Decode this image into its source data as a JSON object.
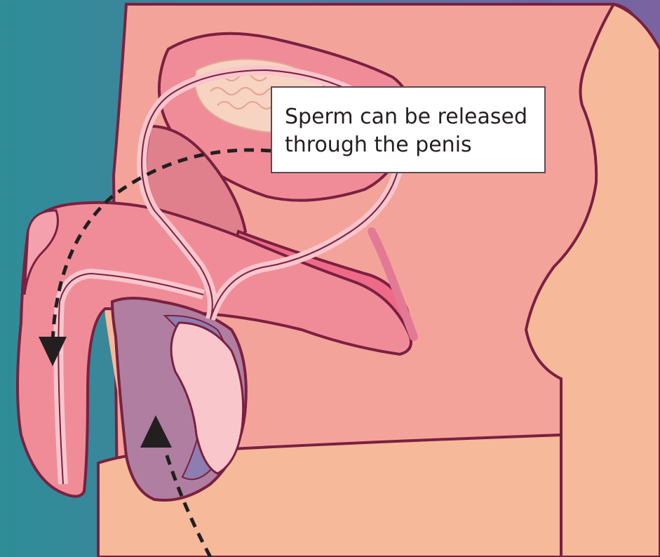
{
  "callout": {
    "line1": "Sperm can be released",
    "line2": "through the penis"
  },
  "colors": {
    "background_left": "#2e8d97",
    "background_right": "#7a63a0",
    "skin": "#f6b99a",
    "tissue_pink": "#f4a39a",
    "penis_pink": "#f08c98",
    "organ_pink": "#f48aa0",
    "light_pink": "#f9c6cc",
    "scrotum_mauve": "#b07ea0",
    "outline": "#7a2040",
    "arrow": "#231f20"
  },
  "icons": {
    "arrow_down": "down-triangle-arrowhead",
    "arrow_up": "up-triangle-arrowhead"
  }
}
